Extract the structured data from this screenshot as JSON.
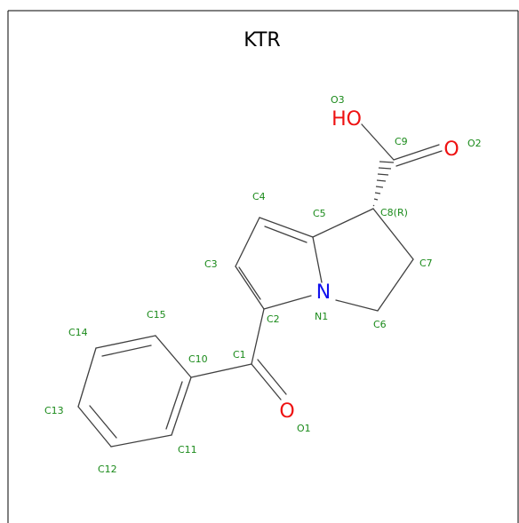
{
  "title": "KTR",
  "colors": {
    "bond": "#404040",
    "carbon_label": "#1a8a1a",
    "nitrogen": "#1111ee",
    "oxygen": "#ee1111"
  },
  "elements": {
    "N1": "N",
    "O1": "O",
    "O2": "O",
    "O3": "HO"
  },
  "atom_labels": {
    "C1": "C1",
    "C2": "C2",
    "C3": "C3",
    "C4": "C4",
    "C5": "C5",
    "C6": "C6",
    "C7": "C7",
    "C8": "C8(R)",
    "C9": "C9",
    "C10": "C10",
    "C11": "C11",
    "C12": "C12",
    "C13": "C13",
    "C14": "C14",
    "C15": "C15",
    "N1": "N1",
    "O1": "O1",
    "O2": "O2",
    "O3": "O3"
  }
}
